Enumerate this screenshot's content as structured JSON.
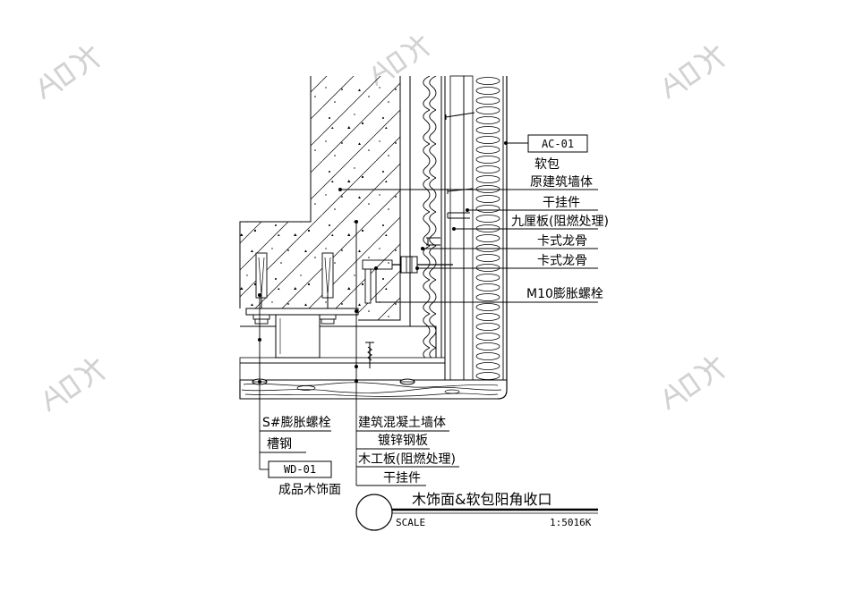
{
  "colors": {
    "ink": "#000000",
    "background": "#ffffff",
    "watermark": "#d2d2d2"
  },
  "icons": {
    "watermark": "watermark-logo",
    "detail_marker": "detail-index-circle",
    "leader_dot": "leader-dot"
  },
  "callouts_right": {
    "soft_pack_tag": "AC-01",
    "soft_pack": "软包",
    "original_wall": "原建筑墙体",
    "dry_hanger": "干挂件",
    "nine_mm_board": "九厘板(阻燃处理)",
    "card_keel_upper": "卡式龙骨",
    "card_keel_lower": "卡式龙骨",
    "m10_expansion_bolt": "M10膨胀螺栓"
  },
  "callouts_bottom_left": {
    "expansion_bolt": "S#膨胀螺栓",
    "channel_steel": "槽钢",
    "wood_finish_tag": "WD-01",
    "finished_wood_veneer": "成品木饰面"
  },
  "callouts_bottom_middle": {
    "concrete_wall": "建筑混凝土墙体",
    "galvanized_plate": "镀锌钢板",
    "blockboard": "木工板(阻燃处理)",
    "dry_hanger": "干挂件"
  },
  "title_block": {
    "title": "木饰面&软包阳角收口",
    "scale_label": "SCALE",
    "scale_value": "1:5016K"
  }
}
